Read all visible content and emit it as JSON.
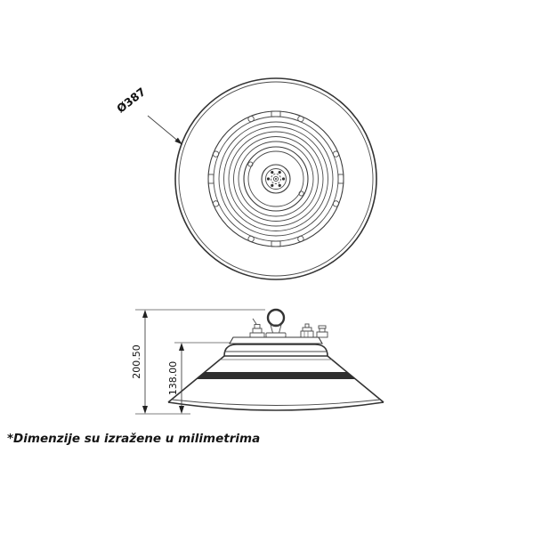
{
  "page": {
    "background": "#ffffff",
    "line_color": "#3a3a3a",
    "band_color": "#2f2f2f"
  },
  "top_view": {
    "description": "plan-view-of-round-highbay-luminaire",
    "diameter_label": "Ø387"
  },
  "side_view": {
    "description": "elevation-view-of-highbay-luminaire",
    "total_height_label": "200.50",
    "body_height_label": "138.00"
  },
  "note": {
    "text": "*Dimenzije su izražene u milimetrima"
  }
}
